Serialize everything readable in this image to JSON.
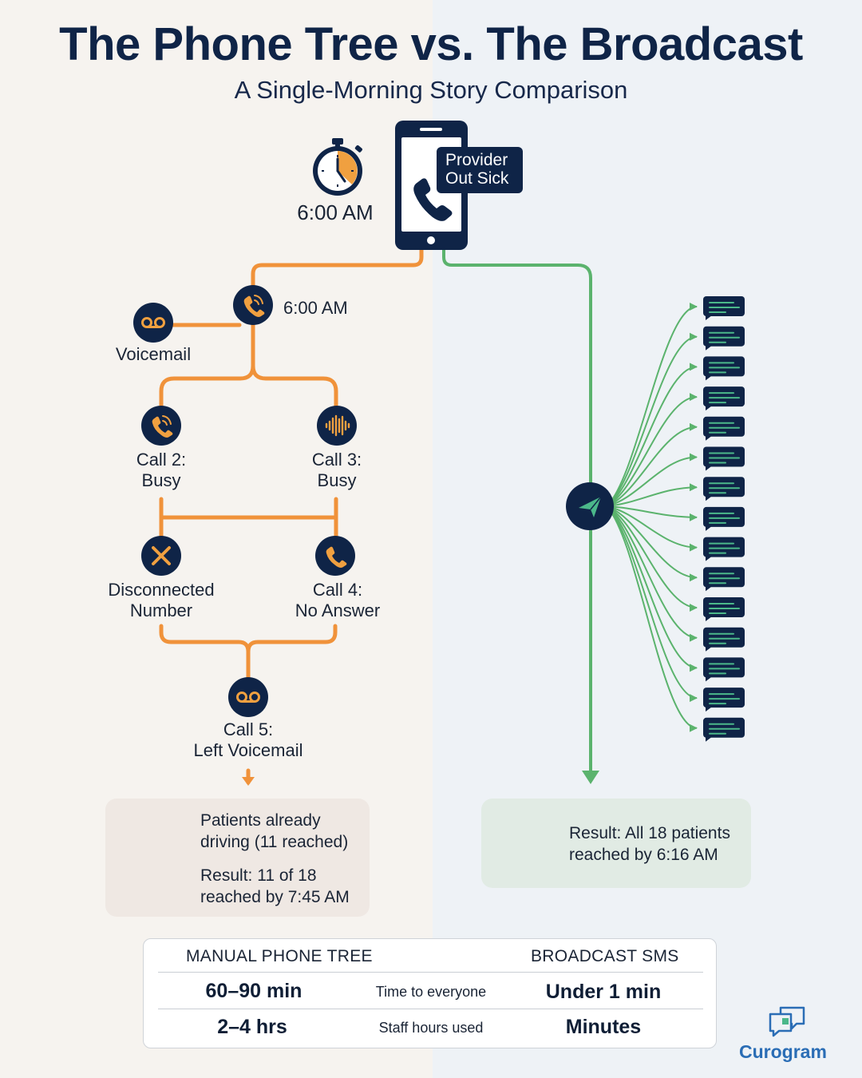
{
  "header": {
    "title": "The Phone Tree vs. The Broadcast",
    "subtitle": "A Single-Morning Story Comparison"
  },
  "start": {
    "time": "6:00 AM",
    "bubble_line1": "Provider",
    "bubble_line2": "Out Sick"
  },
  "phone_tree": {
    "first_call_time": "6:00 AM",
    "voicemail": "Voicemail",
    "call2_line1": "Call 2:",
    "call2_line2": "Busy",
    "call3_line1": "Call 3:",
    "call3_line2": "Busy",
    "disconnected_line1": "Disconnected",
    "disconnected_line2": "Number",
    "call4_line1": "Call 4:",
    "call4_line2": "No Answer",
    "call5_line1": "Call 5:",
    "call5_line2": "Left Voicemail",
    "card_line1": "Patients already",
    "card_line2": "driving (11 reached)",
    "result_line1": "Result: 11 of 18",
    "result_line2": "reached by 7:45 AM"
  },
  "broadcast": {
    "message_count": 15,
    "result_line1": "Result: All 18 patients",
    "result_line2": "reached by 6:16 AM"
  },
  "comparison": {
    "left_header": "MANUAL PHONE TREE",
    "right_header": "BROADCAST SMS",
    "rows": [
      {
        "left": "60–90 min",
        "metric": "Time to everyone",
        "right": "Under 1 min"
      },
      {
        "left": "2–4 hrs",
        "metric": "Staff hours used",
        "right": "Minutes"
      }
    ]
  },
  "brand": "Curogram",
  "colors": {
    "navy": "#0f2447",
    "orange": "#f0923a",
    "green": "#5bb36d",
    "message_line": "#4bb88a"
  }
}
